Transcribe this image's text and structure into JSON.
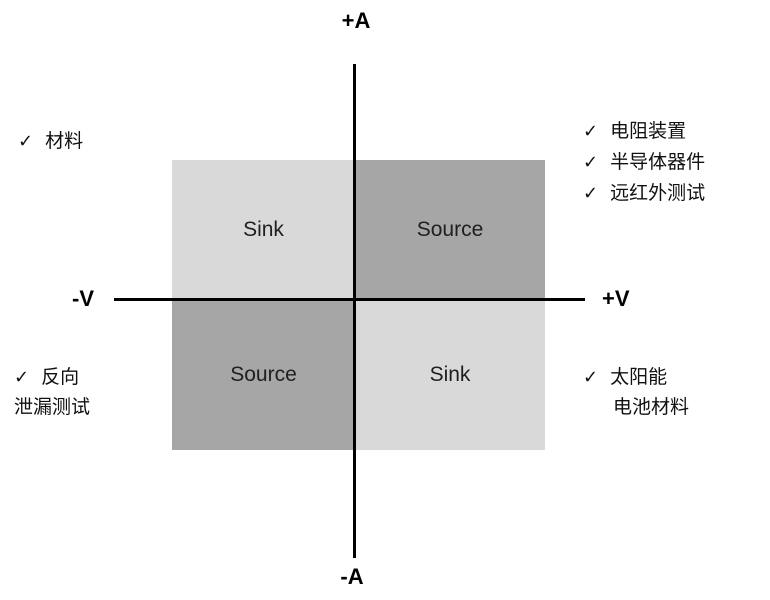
{
  "diagram": {
    "axes": {
      "top": "+A",
      "bottom": "-A",
      "left": "-V",
      "right": "+V"
    },
    "quadrants": {
      "top_left": "Sink",
      "top_right": "Source",
      "bottom_left": "Source",
      "bottom_right": "Sink"
    },
    "annotations": {
      "left_top": {
        "check": "✓",
        "text": "材料"
      },
      "right_top": [
        {
          "check": "✓",
          "text": "电阻装置"
        },
        {
          "check": "✓",
          "text": "半导体器件"
        },
        {
          "check": "✓",
          "text": "远红外测试"
        }
      ],
      "left_bottom": {
        "check": "✓",
        "line1": "反向",
        "line2": "泄漏测试"
      },
      "right_bottom": {
        "check": "✓",
        "line1": "太阳能",
        "line2": "电池材料"
      }
    },
    "colors": {
      "light_gray": "#d9d9d9",
      "dark_gray": "#a6a6a6",
      "axis": "#000000",
      "text": "#111111"
    }
  }
}
